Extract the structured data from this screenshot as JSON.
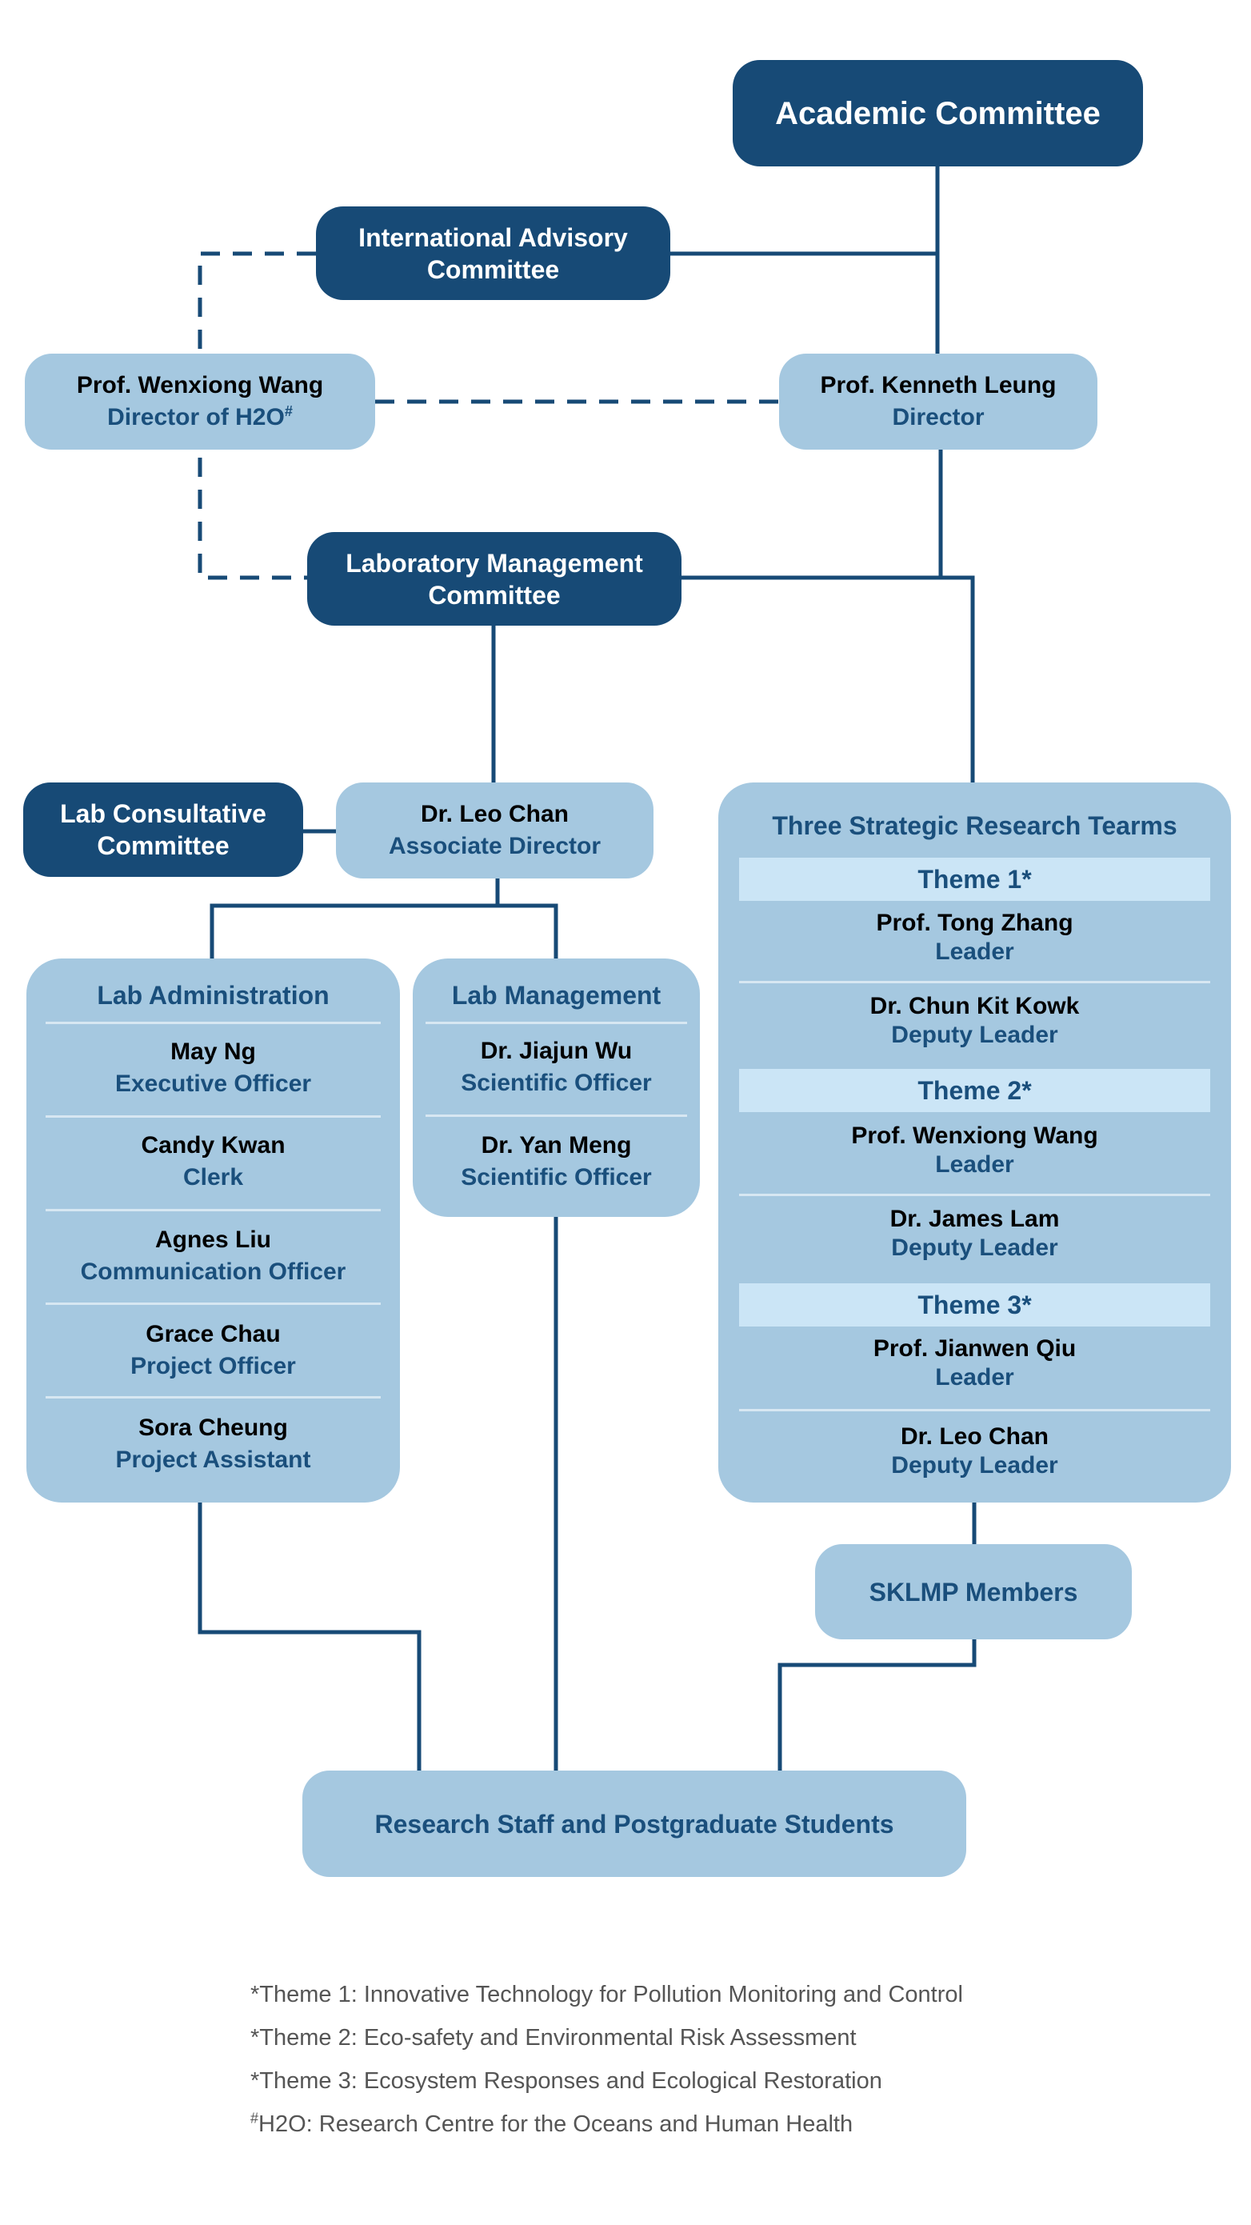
{
  "nodes": {
    "academic_committee": "Academic Committee",
    "international_advisory": [
      "International Advisory",
      "Committee"
    ],
    "wenxiong": {
      "name": "Prof. Wenxiong Wang",
      "role": "Director of H2O",
      "role_mark": "#"
    },
    "kenneth": {
      "name": "Prof. Kenneth Leung",
      "role": "Director"
    },
    "lab_mgmt_committee": [
      "Laboratory Management",
      "Committee"
    ],
    "lab_consultative": [
      "Lab Consultative",
      "Committee"
    ],
    "leo_chan": {
      "name": "Dr. Leo Chan",
      "role": "Associate Director"
    },
    "sklmp": "SKLMP Members",
    "research_staff": "Research Staff and Postgraduate Students"
  },
  "lab_administration": {
    "title": "Lab Administration",
    "members": [
      {
        "name": "May Ng",
        "role": "Executive Officer"
      },
      {
        "name": "Candy Kwan",
        "role": "Clerk"
      },
      {
        "name": "Agnes Liu",
        "role": "Communication Officer"
      },
      {
        "name": "Grace Chau",
        "role": "Project Officer"
      },
      {
        "name": "Sora Cheung",
        "role": "Project Assistant"
      }
    ]
  },
  "lab_management": {
    "title": "Lab Management",
    "members": [
      {
        "name": "Dr. Jiajun Wu",
        "role": "Scientific Officer"
      },
      {
        "name": "Dr. Yan Meng",
        "role": "Scientific Officer"
      }
    ]
  },
  "research_teams": {
    "title": "Three Strategic Research Tearms",
    "themes": [
      {
        "label": "Theme 1*",
        "members": [
          {
            "name": "Prof. Tong Zhang",
            "role": "Leader"
          },
          {
            "name": "Dr. Chun Kit Kowk",
            "role": "Deputy Leader"
          }
        ]
      },
      {
        "label": "Theme 2*",
        "members": [
          {
            "name": "Prof. Wenxiong Wang",
            "role": "Leader"
          },
          {
            "name": "Dr. James Lam",
            "role": "Deputy Leader"
          }
        ]
      },
      {
        "label": "Theme 3*",
        "members": [
          {
            "name": "Prof. Jianwen Qiu",
            "role": "Leader"
          },
          {
            "name": "Dr. Leo Chan",
            "role": "Deputy Leader"
          }
        ]
      }
    ]
  },
  "footnotes": {
    "theme1": "*Theme 1: Innovative Technology for Pollution Monitoring and Control",
    "theme2": "*Theme 2: Eco-safety and Environmental Risk Assessment",
    "theme3": "*Theme 3: Ecosystem Responses and Ecological Restoration",
    "h2o_mark": "#",
    "h2o": "H2O: Research Centre for the Oceans and Human Health"
  },
  "colors": {
    "dark_node": "#174a76",
    "light_node": "#a5c8e0",
    "theme_band": "#cbe5f6",
    "line": "#174a76"
  }
}
